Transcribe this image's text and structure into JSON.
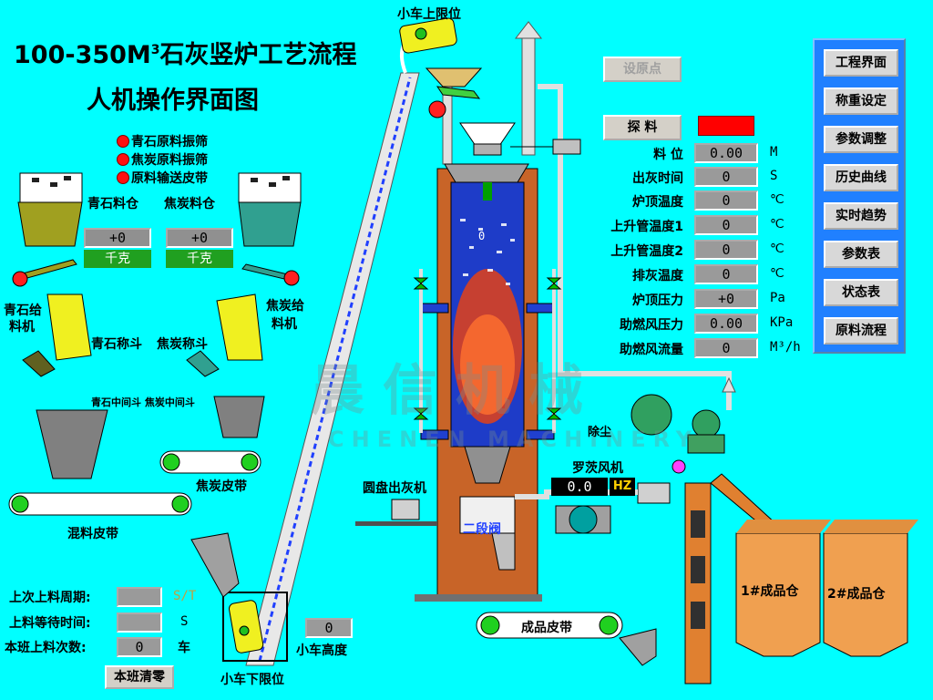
{
  "header": {
    "title_line1_a": "100-350M",
    "title_sup": "3",
    "title_line1_b": "石灰竖炉工艺流程",
    "title_line2": "人机操作界面图"
  },
  "legend": [
    {
      "label": "青石原料振筛"
    },
    {
      "label": "焦炭原料振筛"
    },
    {
      "label": "原料输送皮带"
    }
  ],
  "bins": {
    "stone_bin": "青石料仓",
    "coke_bin": "焦炭料仓",
    "stone_weight": "+0",
    "coke_weight": "+0",
    "weight_unit": "千克",
    "stone_feeder": "青石给\n料机",
    "stone_feeder_l1": "青石给",
    "stone_feeder_l2": "料机",
    "coke_feeder_l1": "焦炭给",
    "coke_feeder_l2": "料机",
    "stone_hopper": "青石称斗",
    "coke_hopper": "焦炭称斗",
    "mid_hoppers": "青石中间斗 焦炭中间斗",
    "coke_belt": "焦炭皮带",
    "mix_belt": "混料皮带"
  },
  "cart": {
    "upper_limit": "小车上限位",
    "lower_limit": "小车下限位",
    "height_label": "小车高度",
    "height_value": "0"
  },
  "stats": {
    "last_cycle_label": "上次上料周期:",
    "last_cycle_unit": "S/T",
    "wait_time_label": "上料等待时间:",
    "wait_time_unit": "S",
    "shift_count_label": "本班上料次数:",
    "shift_count_value": "0",
    "shift_count_unit": "车",
    "reset_button": "本班清零"
  },
  "controls": {
    "set_origin": "设原点",
    "probe": "探  料"
  },
  "readings": [
    {
      "label": "料  位",
      "value": "0.00",
      "unit": "M"
    },
    {
      "label": "出灰时间",
      "value": "0",
      "unit": "S"
    },
    {
      "label": "炉顶温度",
      "value": "0",
      "unit": "℃"
    },
    {
      "label": "上升管温度1",
      "value": "0",
      "unit": "℃"
    },
    {
      "label": "上升管温度2",
      "value": "0",
      "unit": "℃"
    },
    {
      "label": "排灰温度",
      "value": "0",
      "unit": "℃"
    },
    {
      "label": "炉顶压力",
      "value": "+0",
      "unit": "Pa"
    },
    {
      "label": "助燃风压力",
      "value": "0.00",
      "unit": "KPa"
    },
    {
      "label": "助燃风流量",
      "value": "0",
      "unit": "M³/h"
    }
  ],
  "furnace": {
    "top_value": "0",
    "dust": "除尘",
    "blower": "罗茨风机",
    "blower_freq": "0.0",
    "blower_unit": "HZ",
    "disc_discharger": "圆盘出灰机",
    "second_valve": "二段阀",
    "product_belt": "成品皮带",
    "bin1": "1#成品仓",
    "bin2": "2#成品仓"
  },
  "nav": [
    {
      "label": "工程界面"
    },
    {
      "label": "称重设定"
    },
    {
      "label": "参数调整"
    },
    {
      "label": "历史曲线"
    },
    {
      "label": "实时趋势"
    },
    {
      "label": "参数表"
    },
    {
      "label": "状态表"
    },
    {
      "label": "原料流程"
    }
  ],
  "watermark": {
    "cn": "晨信机械",
    "en": "CHENEN MACHINERY"
  },
  "colors": {
    "background": "#00ffff",
    "alarm": "#ff0000",
    "furnace": "#1e3cc8"
  }
}
